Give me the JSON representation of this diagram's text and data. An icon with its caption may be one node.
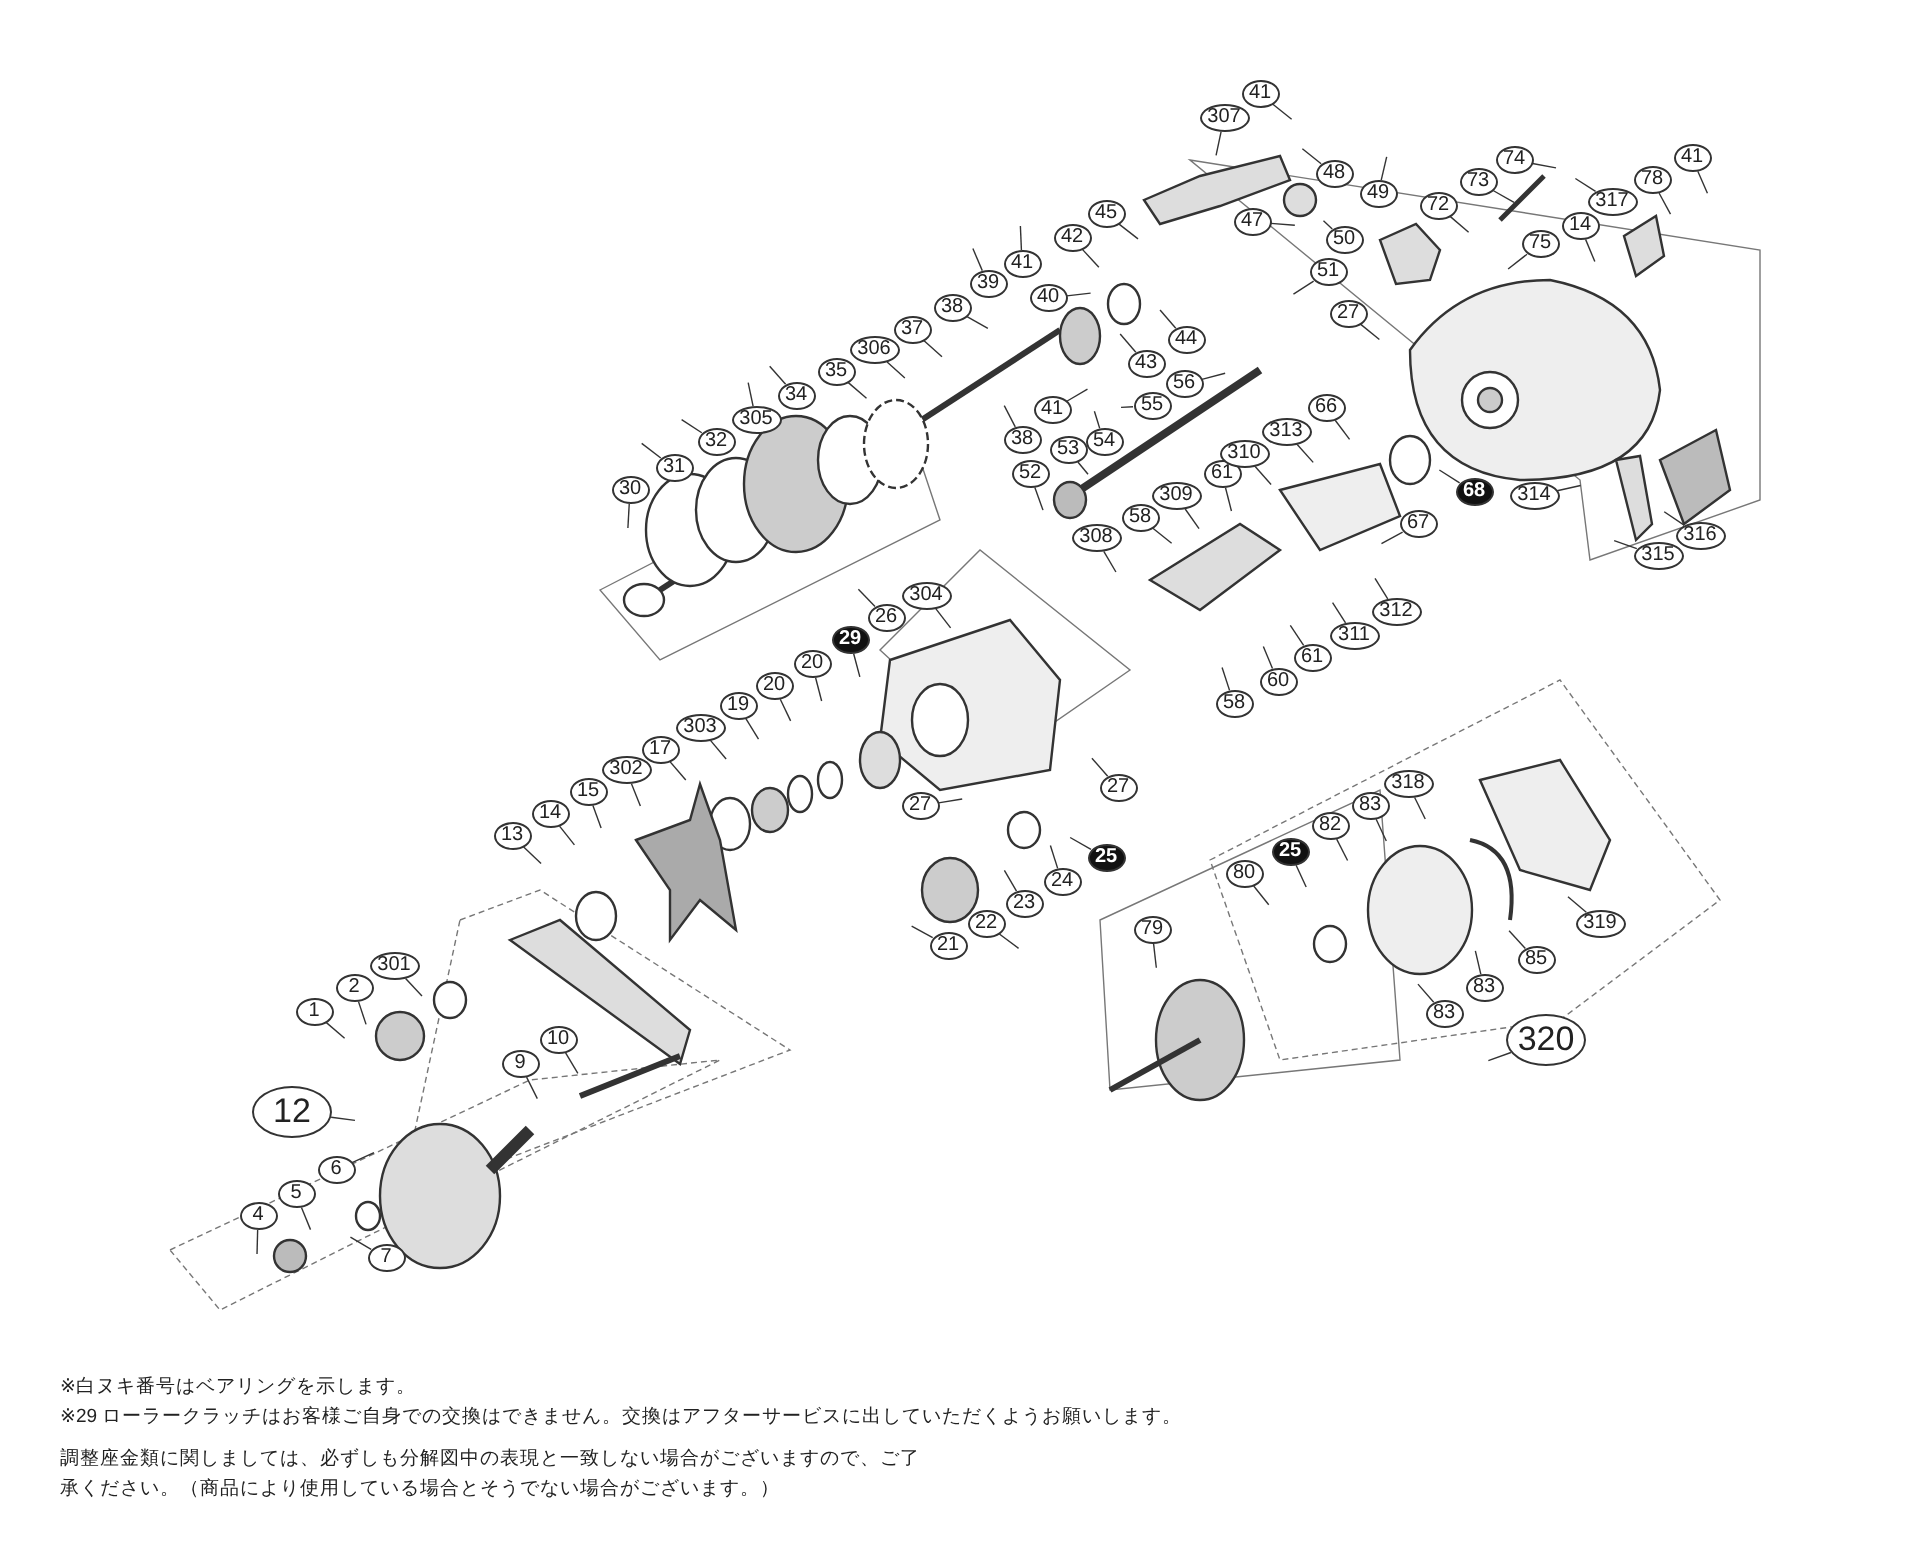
{
  "diagram": {
    "nodes": [
      {
        "text": [
          "41"
        ]
      },
      {
        "text": [
          "307"
        ]
      },
      {
        "text": [
          "48"
        ]
      },
      {
        "text": [
          "47"
        ]
      },
      {
        "text": [
          "49"
        ]
      },
      {
        "text": [
          "50"
        ]
      },
      {
        "text": [
          "51"
        ]
      },
      {
        "text": [
          "74"
        ]
      },
      {
        "text": [
          "73"
        ]
      },
      {
        "text": [
          "72"
        ]
      },
      {
        "text": [
          "75"
        ]
      },
      {
        "text": [
          "14"
        ]
      },
      {
        "text": [
          "317"
        ]
      },
      {
        "text": [
          "78"
        ]
      },
      {
        "text": [
          "41"
        ]
      },
      {
        "text": [
          "45"
        ]
      },
      {
        "text": [
          "42"
        ]
      },
      {
        "text": [
          "41"
        ]
      },
      {
        "text": [
          "40"
        ]
      },
      {
        "text": [
          "39"
        ]
      },
      {
        "text": [
          "38"
        ]
      },
      {
        "text": [
          "37"
        ]
      },
      {
        "text": [
          "306"
        ]
      },
      {
        "text": [
          "35"
        ]
      },
      {
        "text": [
          "34"
        ]
      },
      {
        "text": [
          "305"
        ]
      },
      {
        "text": [
          "32"
        ]
      },
      {
        "text": [
          "31"
        ]
      },
      {
        "text": [
          "30"
        ]
      },
      {
        "text": [
          "44"
        ]
      },
      {
        "text": [
          "43"
        ]
      },
      {
        "text": [
          "56"
        ]
      },
      {
        "text": [
          "55"
        ]
      },
      {
        "text": [
          "41"
        ]
      },
      {
        "text": [
          "38"
        ]
      },
      {
        "text": [
          "54"
        ]
      },
      {
        "text": [
          "53"
        ]
      },
      {
        "text": [
          "52"
        ]
      },
      {
        "text": [
          "61"
        ]
      },
      {
        "text": [
          "309"
        ]
      },
      {
        "text": [
          "58"
        ]
      },
      {
        "text": [
          "308"
        ]
      },
      {
        "text": [
          "27"
        ]
      },
      {
        "text": [
          "66"
        ]
      },
      {
        "text": [
          "313"
        ]
      },
      {
        "text": [
          "310"
        ]
      },
      {
        "text": [
          "68"
        ]
      },
      {
        "text": [
          "314"
        ]
      },
      {
        "text": [
          "67"
        ]
      },
      {
        "text": [
          "315"
        ]
      },
      {
        "text": [
          "316"
        ]
      },
      {
        "text": [
          "312"
        ]
      },
      {
        "text": [
          "311"
        ]
      },
      {
        "text": [
          "61"
        ]
      },
      {
        "text": [
          "60"
        ]
      },
      {
        "text": [
          "58"
        ]
      },
      {
        "text": [
          "304"
        ]
      },
      {
        "text": [
          "26"
        ]
      },
      {
        "text": [
          "29"
        ]
      },
      {
        "text": [
          "20"
        ]
      },
      {
        "text": [
          "20"
        ]
      },
      {
        "text": [
          "19"
        ]
      },
      {
        "text": [
          "303"
        ]
      },
      {
        "text": [
          "17"
        ]
      },
      {
        "text": [
          "302"
        ]
      },
      {
        "text": [
          "15"
        ]
      },
      {
        "text": [
          "14"
        ]
      },
      {
        "text": [
          "13"
        ]
      },
      {
        "text": [
          "27"
        ]
      },
      {
        "text": [
          "27"
        ]
      },
      {
        "text": [
          "25"
        ]
      },
      {
        "text": [
          "24"
        ]
      },
      {
        "text": [
          "23"
        ]
      },
      {
        "text": [
          "22"
        ]
      },
      {
        "text": [
          "21"
        ]
      },
      {
        "text": [
          "301"
        ]
      },
      {
        "text": [
          "2"
        ]
      },
      {
        "text": [
          "1"
        ]
      },
      {
        "text": [
          "10"
        ]
      },
      {
        "text": [
          "9"
        ]
      },
      {
        "text": [
          "12"
        ]
      },
      {
        "text": [
          "6"
        ]
      },
      {
        "text": [
          "5"
        ]
      },
      {
        "text": [
          "4"
        ]
      },
      {
        "text": [
          "7"
        ]
      },
      {
        "text": [
          "79"
        ]
      },
      {
        "text": [
          "80"
        ]
      },
      {
        "text": [
          "25"
        ]
      },
      {
        "text": [
          "82"
        ]
      },
      {
        "text": [
          "83"
        ]
      },
      {
        "text": [
          "318"
        ]
      },
      {
        "text": [
          "319"
        ]
      },
      {
        "text": [
          "85"
        ]
      },
      {
        "text": [
          "83"
        ]
      },
      {
        "text": [
          "83"
        ]
      },
      {
        "text": [
          "320"
        ]
      }
    ],
    "edges": [
      {
        "from": 0,
        "to": null,
        "arrow": "none"
      },
      {
        "from": 1,
        "to": null,
        "arrow": "none"
      },
      {
        "from": 2,
        "to": null,
        "arrow": "none"
      },
      {
        "from": 3,
        "to": null,
        "arrow": "none"
      },
      {
        "from": 4,
        "to": null,
        "arrow": "none"
      },
      {
        "from": 5,
        "to": null,
        "arrow": "none"
      },
      {
        "from": 6,
        "to": null,
        "arrow": "none"
      },
      {
        "from": 7,
        "to": null,
        "arrow": "none"
      },
      {
        "from": 8,
        "to": null,
        "arrow": "none"
      },
      {
        "from": 9,
        "to": null,
        "arrow": "none"
      },
      {
        "from": 10,
        "to": null,
        "arrow": "none"
      },
      {
        "from": 11,
        "to": null,
        "arrow": "none"
      },
      {
        "from": 12,
        "to": null,
        "arrow": "none"
      },
      {
        "from": 13,
        "to": null,
        "arrow": "none"
      },
      {
        "from": 14,
        "to": null,
        "arrow": "none"
      },
      {
        "from": 15,
        "to": null,
        "arrow": "none"
      },
      {
        "from": 16,
        "to": null,
        "arrow": "none"
      },
      {
        "from": 17,
        "to": null,
        "arrow": "none"
      },
      {
        "from": 18,
        "to": null,
        "arrow": "none"
      },
      {
        "from": 19,
        "to": null,
        "arrow": "none"
      },
      {
        "from": 20,
        "to": null,
        "arrow": "none"
      },
      {
        "from": 21,
        "to": null,
        "arrow": "none"
      },
      {
        "from": 22,
        "to": null,
        "arrow": "none"
      },
      {
        "from": 23,
        "to": null,
        "arrow": "none"
      },
      {
        "from": 24,
        "to": null,
        "arrow": "none"
      },
      {
        "from": 25,
        "to": null,
        "arrow": "none"
      },
      {
        "from": 26,
        "to": null,
        "arrow": "none"
      },
      {
        "from": 27,
        "to": null,
        "arrow": "none"
      },
      {
        "from": 28,
        "to": null,
        "arrow": "none"
      },
      {
        "from": 29,
        "to": null,
        "arrow": "none"
      },
      {
        "from": 30,
        "to": null,
        "arrow": "none"
      },
      {
        "from": 31,
        "to": null,
        "arrow": "none"
      },
      {
        "from": 32,
        "to": null,
        "arrow": "none"
      },
      {
        "from": 33,
        "to": null,
        "arrow": "none"
      },
      {
        "from": 34,
        "to": null,
        "arrow": "none"
      },
      {
        "from": 35,
        "to": null,
        "arrow": "none"
      },
      {
        "from": 36,
        "to": null,
        "arrow": "none"
      },
      {
        "from": 37,
        "to": null,
        "arrow": "none"
      },
      {
        "from": 38,
        "to": null,
        "arrow": "none"
      },
      {
        "from": 39,
        "to": null,
        "arrow": "none"
      },
      {
        "from": 40,
        "to": null,
        "arrow": "none"
      },
      {
        "from": 41,
        "to": null,
        "arrow": "none"
      },
      {
        "from": 42,
        "to": null,
        "arrow": "none"
      },
      {
        "from": 43,
        "to": null,
        "arrow": "none"
      },
      {
        "from": 44,
        "to": null,
        "arrow": "none"
      },
      {
        "from": 45,
        "to": null,
        "arrow": "none"
      },
      {
        "from": 46,
        "to": null,
        "arrow": "none"
      },
      {
        "from": 47,
        "to": null,
        "arrow": "none"
      },
      {
        "from": 48,
        "to": null,
        "arrow": "none"
      },
      {
        "from": 49,
        "to": null,
        "arrow": "none"
      },
      {
        "from": 50,
        "to": null,
        "arrow": "none"
      },
      {
        "from": 51,
        "to": null,
        "arrow": "none"
      },
      {
        "from": 52,
        "to": null,
        "arrow": "none"
      },
      {
        "from": 53,
        "to": null,
        "arrow": "none"
      },
      {
        "from": 54,
        "to": null,
        "arrow": "none"
      },
      {
        "from": 55,
        "to": null,
        "arrow": "none"
      },
      {
        "from": 56,
        "to": null,
        "arrow": "none"
      },
      {
        "from": 57,
        "to": null,
        "arrow": "none"
      },
      {
        "from": 58,
        "to": null,
        "arrow": "none"
      },
      {
        "from": 59,
        "to": null,
        "arrow": "none"
      },
      {
        "from": 60,
        "to": null,
        "arrow": "none"
      },
      {
        "from": 61,
        "to": null,
        "arrow": "none"
      },
      {
        "from": 62,
        "to": null,
        "arrow": "none"
      },
      {
        "from": 63,
        "to": null,
        "arrow": "none"
      },
      {
        "from": 64,
        "to": null,
        "arrow": "none"
      },
      {
        "from": 65,
        "to": null,
        "arrow": "none"
      },
      {
        "from": 66,
        "to": null,
        "arrow": "none"
      },
      {
        "from": 67,
        "to": null,
        "arrow": "none"
      },
      {
        "from": 68,
        "to": null,
        "arrow": "none"
      },
      {
        "from": 69,
        "to": null,
        "arrow": "none"
      },
      {
        "from": 70,
        "to": null,
        "arrow": "none"
      },
      {
        "from": 71,
        "to": null,
        "arrow": "none"
      },
      {
        "from": 72,
        "to": null,
        "arrow": "none"
      },
      {
        "from": 73,
        "to": null,
        "arrow": "none"
      },
      {
        "from": 74,
        "to": null,
        "arrow": "none"
      },
      {
        "from": 75,
        "to": null,
        "arrow": "none"
      },
      {
        "from": 76,
        "to": null,
        "arrow": "none"
      },
      {
        "from": 77,
        "to": null,
        "arrow": "none"
      },
      {
        "from": 78,
        "to": null,
        "arrow": "none"
      },
      {
        "from": 79,
        "to": null,
        "arrow": "none"
      },
      {
        "from": 80,
        "to": null,
        "arrow": "none"
      },
      {
        "from": 81,
        "to": null,
        "arrow": "none"
      },
      {
        "from": 82,
        "to": null,
        "arrow": "none"
      },
      {
        "from": 83,
        "to": null,
        "arrow": "none"
      },
      {
        "from": 84,
        "to": null,
        "arrow": "none"
      },
      {
        "from": 85,
        "to": null,
        "arrow": "none"
      },
      {
        "from": 86,
        "to": null,
        "arrow": "none"
      },
      {
        "from": 87,
        "to": null,
        "arrow": "none"
      },
      {
        "from": 88,
        "to": null,
        "arrow": "none"
      },
      {
        "from": 89,
        "to": null,
        "arrow": "none"
      },
      {
        "from": 90,
        "to": null,
        "arrow": "none"
      },
      {
        "from": 91,
        "to": null,
        "arrow": "none"
      },
      {
        "from": 92,
        "to": null,
        "arrow": "none"
      },
      {
        "from": 93,
        "to": null,
        "arrow": "none"
      },
      {
        "from": 94,
        "to": null,
        "arrow": "none"
      },
      {
        "from": 95,
        "to": null,
        "arrow": "none"
      }
    ],
    "labels": [
      "※白ヌキ番号はベアリングを示します。",
      "※29 ローラークラッチはお客様ご自身での交換はできません。交換はアフターサービスに出していただくようお願いします。",
      "調整座金類に関しましては、必ずしも分解図中の表現と一致しない場合がございますので、ご了承ください。（商品により使用している場合とそうでない場合がございます。）"
    ]
  }
}
